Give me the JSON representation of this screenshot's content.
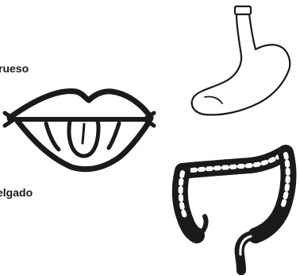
{
  "labels": {
    "top": "rueso",
    "bottom": "elgado"
  },
  "figures": [
    {
      "name": "mouth-with-tongue"
    },
    {
      "name": "stomach"
    },
    {
      "name": "large-intestine"
    }
  ],
  "colors": {
    "ink": "#1a1a1a",
    "background": "#ffffff"
  }
}
